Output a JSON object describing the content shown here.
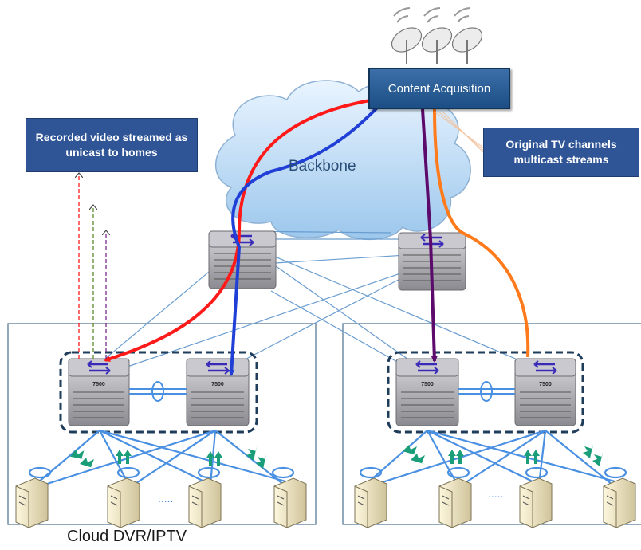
{
  "content_acquisition": "Content Acquisition",
  "backbone_label": "Backbone",
  "unicast_note": "Recorded video streamed as unicast to homes",
  "multicast_note": "Original TV channels multicast streams",
  "switch_model": "7500",
  "ellipsis": ".....",
  "caption": "Cloud DVR/IPTV",
  "colors": {
    "unicast_red": "#ff1a1a",
    "unicast_blue": "#1f3fd6",
    "multicast_purple": "#5c0a6b",
    "multicast_orange": "#ff7a1a",
    "link_blue": "#4a90e2",
    "note_fill": "#2f5597"
  }
}
